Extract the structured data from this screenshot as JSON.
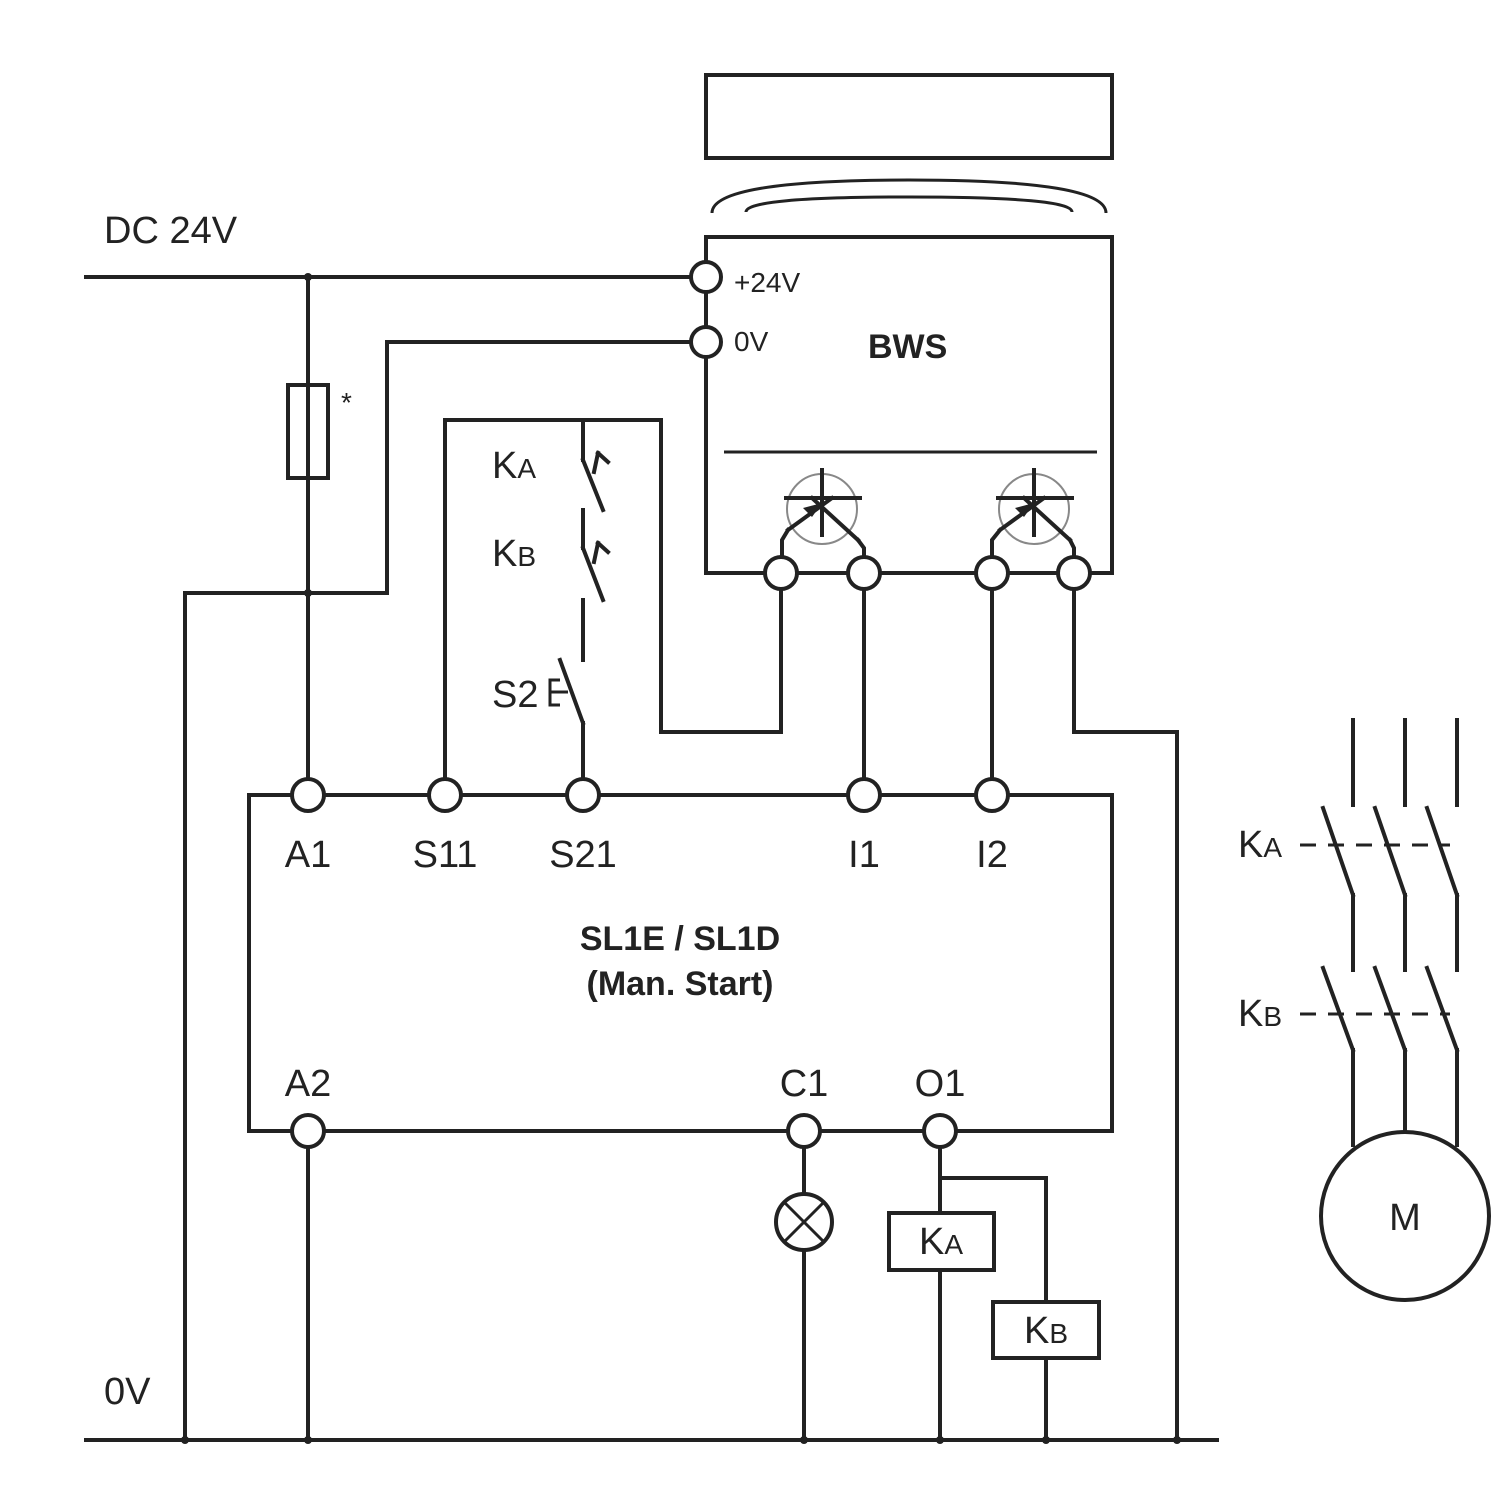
{
  "rails": {
    "supply_label": "DC 24V",
    "ground_label": "0V"
  },
  "fuse": {
    "marker": "*"
  },
  "bws": {
    "title": "BWS",
    "terminals": {
      "plus24": "+24V",
      "zero": "0V"
    }
  },
  "contacts": {
    "ka": {
      "main": "K",
      "sub": "A"
    },
    "kb": {
      "main": "K",
      "sub": "B"
    },
    "start_button": "S2"
  },
  "relay": {
    "title_line1": "SL1E / SL1D",
    "title_line2": "(Man. Start)",
    "top_terminals": [
      "A1",
      "S11",
      "S21",
      "I1",
      "I2"
    ],
    "bottom_terminals": [
      "A2",
      "C1",
      "O1"
    ]
  },
  "coils": {
    "ka": {
      "main": "K",
      "sub": "A"
    },
    "kb": {
      "main": "K",
      "sub": "B"
    }
  },
  "motor": {
    "label": "M"
  }
}
